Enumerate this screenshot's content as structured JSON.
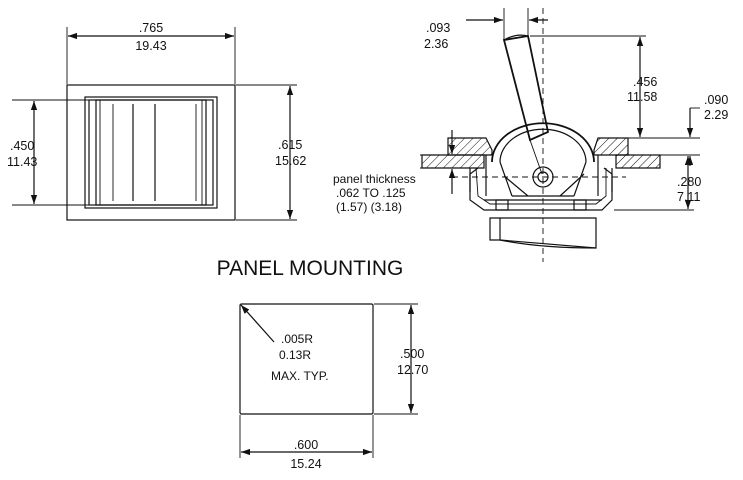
{
  "front_view": {
    "width_in": ".765",
    "width_mm": "19.43",
    "height_in": ".615",
    "height_mm": "15.62",
    "window_in": ".450",
    "window_mm": "11.43"
  },
  "side_view": {
    "lever_in": ".093",
    "lever_mm": "2.36",
    "height_in": ".456",
    "height_mm": "11.58",
    "bezel_in": ".090",
    "bezel_mm": "2.29",
    "depth_in": ".280",
    "depth_mm": "7.11",
    "panel_label": "panel thickness",
    "panel_in": ".062 TO .125",
    "panel_mm": "(1.57)  (3.18)"
  },
  "section_title": "PANEL MOUNTING",
  "cutout": {
    "radius_in": ".005R",
    "radius_mm": "0.13R",
    "radius_note": "MAX. TYP.",
    "height_in": ".500",
    "height_mm": "12.70",
    "width_in": ".600",
    "width_mm": "15.24"
  }
}
